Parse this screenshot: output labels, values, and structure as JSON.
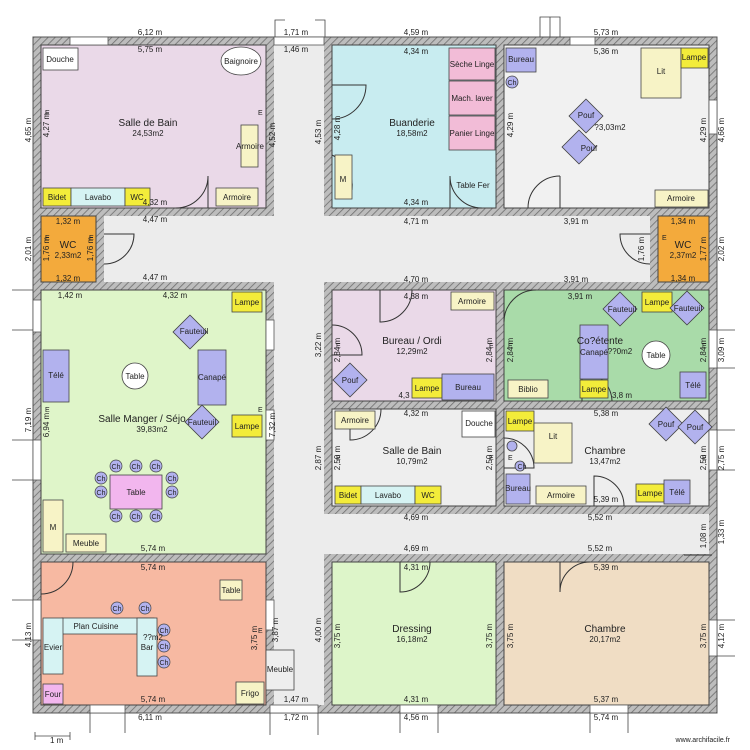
{
  "rooms": {
    "sdb1": {
      "name": "Salle de Bain",
      "area": "24,53m2"
    },
    "buanderie": {
      "name": "Buanderie",
      "area": "18,58m2"
    },
    "chambre_nw": {
      "area": "?3,03m2"
    },
    "wc_left": {
      "name": "WC",
      "area": "2,33m2"
    },
    "wc_right": {
      "name": "WC",
      "area": "2,37m2"
    },
    "salle_manger": {
      "name": "Salle Manger / Séjo",
      "area": "39,83m2"
    },
    "bureau": {
      "name": "Bureau / Ordi",
      "area": "12,29m2"
    },
    "detente": {
      "name": "Co?étente",
      "area": "??0m2"
    },
    "sdb2": {
      "name": "Salle de Bain",
      "area": "10,79m2"
    },
    "chambre_mid": {
      "name": "Chambre",
      "area": "13,47m2"
    },
    "cuisine": {
      "area": "??m2"
    },
    "dressing": {
      "name": "Dressing",
      "area": "16,18m2"
    },
    "chambre_se": {
      "name": "Chambre",
      "area": "20,17m2"
    }
  },
  "furniture": {
    "douche1": "Douche",
    "baignoire": "Baignoire",
    "armoire_sdb": "Armoire",
    "armoire_sdb2": "Armoire",
    "bidet1": "Bidet",
    "lavabo1": "Lavabo",
    "wc1": "WC",
    "seche_linge": "Sèche Linge",
    "mach_laver": "Mach. laver",
    "panier_linge": "Panier Linge",
    "table_fer": "Table Fer",
    "m_buanderie": "M",
    "bureau_nw": "Bureau",
    "ch_nw": "Ch",
    "lit_nw": "Lit",
    "lampe_nw": "Lampe",
    "pouf_nw1": "Pouf",
    "pouf_nw2": "Pouf",
    "armoire_nw": "Armoire",
    "lampe_sm1": "Lampe",
    "fauteuil1": "Fauteuil",
    "canape_sm": "Canapé",
    "table_sm": "Table",
    "tele_sm": "Télé",
    "fauteuil2": "Fauteuil",
    "lampe_sm2": "Lampe",
    "table_ch": "Table",
    "chair": "Ch",
    "m_sm": "M",
    "meuble_sm": "Meuble",
    "armoire_bureau": "Armoire",
    "pouf_bureau": "Pouf",
    "lampe_bureau": "Lampe",
    "bureau_desk": "Bureau",
    "lampe_det1": "Lampe",
    "fauteuil_det1": "Fauteuil",
    "fauteuil_det2": "Fauteuil",
    "canape_det": "Canapé",
    "table_det": "Table",
    "biblio": "Biblio",
    "lampe_det2": "Lampe",
    "tele_det": "Télé",
    "armoire_sdb2b": "Armoire",
    "douche2": "Douche",
    "bidet2": "Bidet",
    "lavabo2": "Lavabo",
    "wc2": "WC",
    "lampe_ch1": "Lampe",
    "lit_ch": "Lit",
    "bureau_ch": "Bureau",
    "armoire_ch": "Armoire",
    "pouf_ch1": "Pouf",
    "pouf_ch2": "Pouf",
    "lampe_ch2": "Lampe",
    "tele_ch": "Télé",
    "table_cui": "Table",
    "plan_cuisine": "Plan Cuisine",
    "bar": "Bar",
    "evier": "Evier",
    "four": "Four",
    "frigo": "Frigo",
    "meuble_cor": "Meuble",
    "e_mark": "E"
  },
  "dims": {
    "top_6_12": "6,12 m",
    "top_1_71": "1,71 m",
    "top_4_59": "4,59 m",
    "top_5_73": "5,73 m",
    "top_5_75": "5,75 m",
    "top_1_46": "1,46 m",
    "bu_4_34": "4,34 m",
    "nw_5_36": "5,36 m",
    "bu_4_34b": "4,34 m",
    "sdb_4_32": "4,32 m",
    "sdb_4_47": "4,47 m",
    "bu_4_71": "4,71 m",
    "nw_3_91": "3,91 m",
    "wc_1_32a": "1,32 m",
    "wc_1_32b": "1,32 m",
    "wc_1_34a": "1,34 m",
    "wc_1_34b": "1,34 m",
    "cor_4_47": "4,47 m",
    "cor_4_70": "4,70 m",
    "cor_3_91": "3,91 m",
    "sm_1_42": "1,42 m",
    "sm_4_32": "4,32 m",
    "bo_4_38": "4,38 m",
    "de_3_91": "3,91 m",
    "bo_4_3": "4,3",
    "de_3_8": "3,8 m",
    "sdb2_4_32": "4,32 m",
    "ch_5_38": "5,38 m",
    "ch_5_39": "5,39 m",
    "sm_5_74": "5,74 m",
    "sdb2_4_69": "4,69 m",
    "ch_5_52": "5,52 m",
    "cu_5_74": "5,74 m",
    "dr_4_69": "4,69 m",
    "se_5_52": "5,52 m",
    "dr_4_31": "4,31 m",
    "se_5_39": "5,39 m",
    "cu_5_74b": "5,74 m",
    "cor_1_47": "1,47 m",
    "dr_4_31b": "4,31 m",
    "se_5_37": "5,37 m",
    "bot_6_11": "6,11 m",
    "bot_1_72": "1,72 m",
    "bot_4_56": "4,56 m",
    "bot_5_74": "5,74 m",
    "v_4_65": "4,65 m",
    "v_4_27": "4,27 m",
    "v_4_52": "4,52 m",
    "v_4_53": "4,53 m",
    "v_4_28": "4,28 m",
    "v_4_29": "4,29 m",
    "v_4_29b": "4,29 m",
    "v_4_66": "4,66 m",
    "v_2_01": "2,01 m",
    "v_1_76a": "1,76 m",
    "v_1_76b": "1,76 m",
    "v_1_76c": "1,76 m",
    "v_1_77": "1,77 m",
    "v_2_02": "2,02 m",
    "v_7_19": "7,19 m",
    "v_6_94": "6,94 m",
    "v_7_32": "7,32 m",
    "v_3_22": "3,22 m",
    "v_2_84a": "2,84 m",
    "v_2_84b": "2,84 m",
    "v_2_84c": "2,84 m",
    "v_2_84d": "2,84 m",
    "v_3_09": "3,09 m",
    "v_2_87": "2,87 m",
    "v_2_50a": "2,50 m",
    "v_2_50b": "2,50 m",
    "v_2_50c": "2,50 m",
    "v_2_75": "2,75 m",
    "v_1_33": "1,33 m",
    "v_1_08": "1,08 m",
    "v_4_13": "4,13 m",
    "v_3_75a": "3,75 m",
    "v_3_87": "3,87 m",
    "v_4_00": "4,00 m",
    "v_3_75b": "3,75 m",
    "v_3_75c": "3,75 m",
    "v_3_75d": "3,75 m",
    "v_3_75e": "3,75 m",
    "v_4_12": "4,12 m"
  },
  "footer": {
    "scale": "1 m",
    "credit": "www.archifacile.fr"
  },
  "colors": {
    "sdb": "#ead9e8",
    "buanderie": "#c8ecf0",
    "chambre_nw": "#f1f1f1",
    "wc": "#f3aa3c",
    "salle_manger": "#dff5c9",
    "bureau": "#ead9e8",
    "detente": "#a9dba9",
    "sdb2": "#eeeeee",
    "chambre_mid": "#eeeeee",
    "cuisine": "#f7b9a2",
    "dressing": "#ddf5c9",
    "chambre_se": "#f0ddc4",
    "corridor": "#ececec",
    "wall": "#8e8e8e",
    "yellow": "#f3ec3a",
    "violet": "#b2b2ee",
    "pink": "#f2bcd7",
    "cream": "#f7f3c6",
    "cyan": "#d6f3f3"
  }
}
